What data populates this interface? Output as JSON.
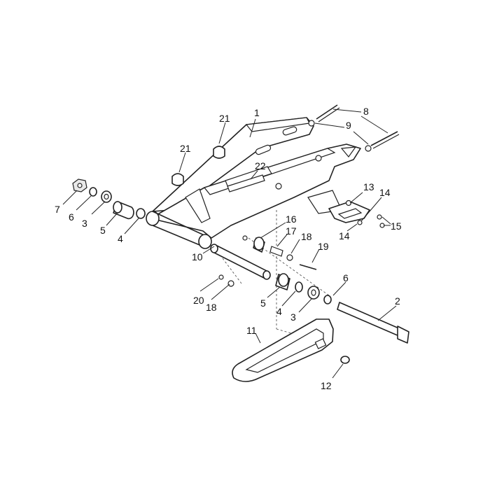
{
  "callouts": [
    {
      "id": "c1",
      "text": "1"
    },
    {
      "id": "c2",
      "text": "2"
    },
    {
      "id": "c3a",
      "text": "3"
    },
    {
      "id": "c3b",
      "text": "3"
    },
    {
      "id": "c4a",
      "text": "4"
    },
    {
      "id": "c4b",
      "text": "4"
    },
    {
      "id": "c5a",
      "text": "5"
    },
    {
      "id": "c5b",
      "text": "5"
    },
    {
      "id": "c6a",
      "text": "6"
    },
    {
      "id": "c6b",
      "text": "6"
    },
    {
      "id": "c7",
      "text": "7"
    },
    {
      "id": "c8",
      "text": "8"
    },
    {
      "id": "c9",
      "text": "9"
    },
    {
      "id": "c10",
      "text": "10"
    },
    {
      "id": "c11",
      "text": "11"
    },
    {
      "id": "c12",
      "text": "12"
    },
    {
      "id": "c13",
      "text": "13"
    },
    {
      "id": "c14a",
      "text": "14"
    },
    {
      "id": "c14b",
      "text": "14"
    },
    {
      "id": "c15",
      "text": "15"
    },
    {
      "id": "c16",
      "text": "16"
    },
    {
      "id": "c17",
      "text": "17"
    },
    {
      "id": "c18a",
      "text": "18"
    },
    {
      "id": "c18b",
      "text": "18"
    },
    {
      "id": "c19",
      "text": "19"
    },
    {
      "id": "c20",
      "text": "20"
    },
    {
      "id": "c21a",
      "text": "21"
    },
    {
      "id": "c21b",
      "text": "21"
    },
    {
      "id": "c22",
      "text": "22"
    }
  ]
}
